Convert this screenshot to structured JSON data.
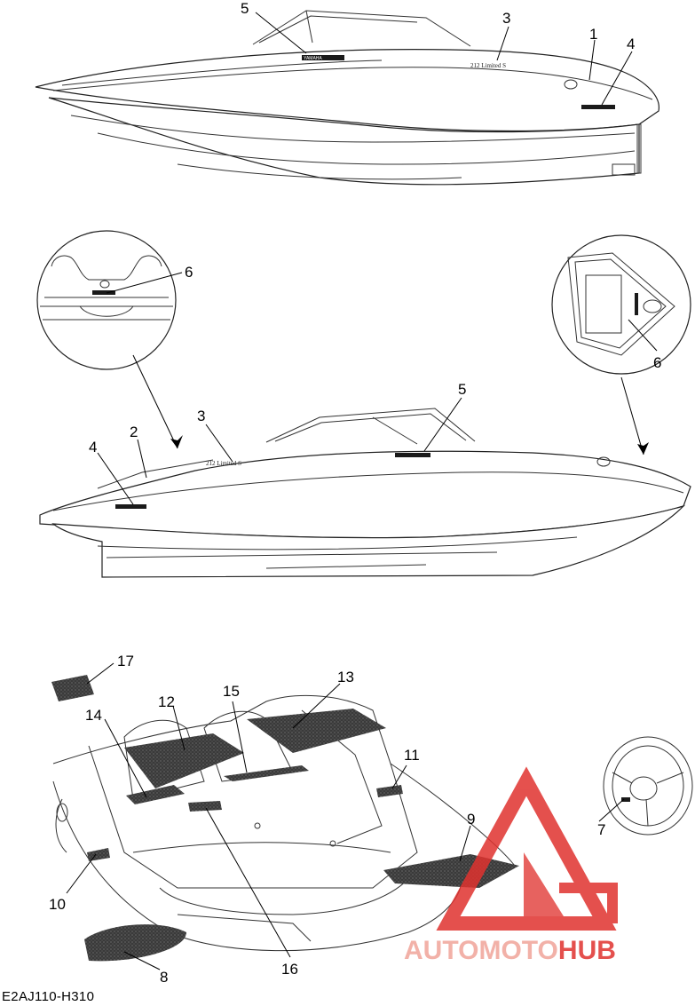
{
  "drawing_code": "E2AJ110-H310",
  "callouts": {
    "c1": "1",
    "c2": "2",
    "c3": "3",
    "c4": "4",
    "c5": "5",
    "c6": "6",
    "c7": "7",
    "c8": "8",
    "c9": "9",
    "c10": "10",
    "c11": "11",
    "c12": "12",
    "c13": "13",
    "c14": "14",
    "c15": "15",
    "c16": "16",
    "c17": "17"
  },
  "decal_text": {
    "yamaha": "YAMAHA",
    "model": "212 Limited S"
  },
  "watermark": {
    "part1": "AUTO",
    "part2": "MOTO",
    "part3": "HUB",
    "color_red": "#e0322f",
    "color_light": "#f0a49a"
  }
}
